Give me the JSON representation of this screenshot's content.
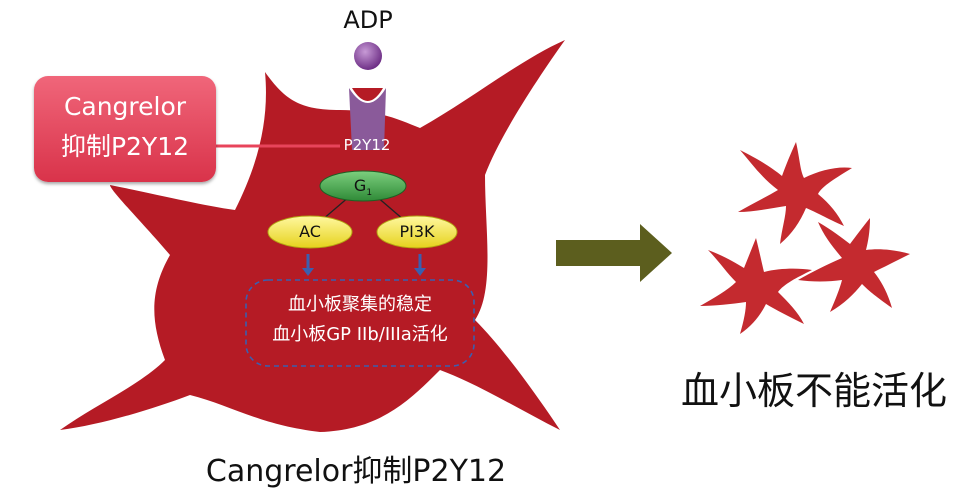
{
  "drug_box": {
    "line1": "Cangrelor",
    "line2": "抑制P2Y12"
  },
  "adp": "ADP",
  "receptor": "P2Y12",
  "g_protein": {
    "letter": "G",
    "subscript": "1"
  },
  "pathways": {
    "ac": "AC",
    "pi3k": "PI3K"
  },
  "effects": {
    "line1": "血小板聚集的稳定",
    "line2": "血小板GP IIb/IIIa活化"
  },
  "cell_caption": "Cangrelor抑制P2Y12",
  "result_caption": "血小板不能活化",
  "colors": {
    "platelet": "#b51b25",
    "drug_box": "#e84b60",
    "adp": "#8a4aa0",
    "receptor": "#8a5a9a",
    "g_protein": "#2e8b3a",
    "enzyme": "#f3e63a",
    "arrow": "#5c5e1e",
    "connector": "#3a5fb0"
  }
}
